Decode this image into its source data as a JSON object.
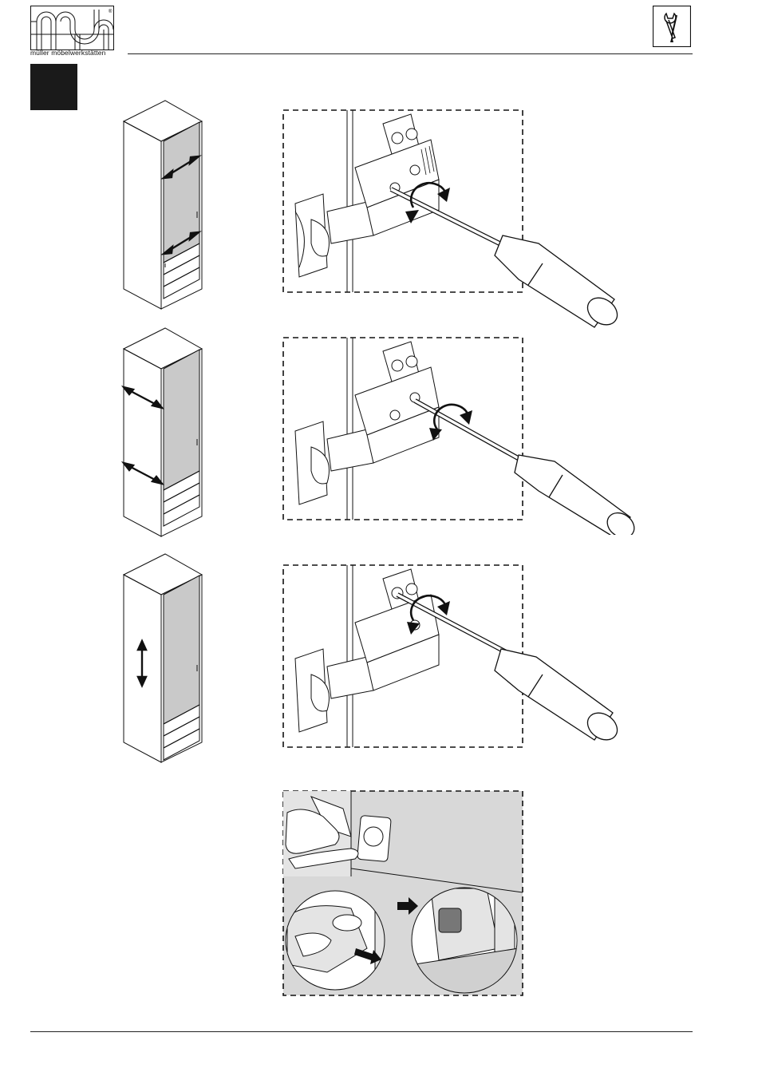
{
  "header": {
    "brand": "müller möbelwerkstätten",
    "logo_icon": "mm-logo-icon",
    "tool_icon": "wrench-screwdriver-icon"
  },
  "step_marker": {
    "icon": "step-number-box"
  },
  "steps": [
    {
      "id": 1,
      "adjustment": "depth",
      "cabinet_arrows": "diagonal-outward",
      "screw": "rear-cam",
      "rotation": "both-directions"
    },
    {
      "id": 2,
      "adjustment": "side",
      "cabinet_arrows": "diagonal-sideways",
      "screw": "front-screw",
      "rotation": "both-directions"
    },
    {
      "id": 3,
      "adjustment": "height",
      "cabinet_arrows": "vertical",
      "screw": "mounting-plate",
      "rotation": "both-directions"
    },
    {
      "id": 4,
      "adjustment": "release",
      "action": "press-clip-release"
    }
  ],
  "colors": {
    "ink": "#111111",
    "door_fill": "#c9c9c9",
    "panel_fill": "#d8d8d8",
    "step_box": "#1a1a1a"
  }
}
